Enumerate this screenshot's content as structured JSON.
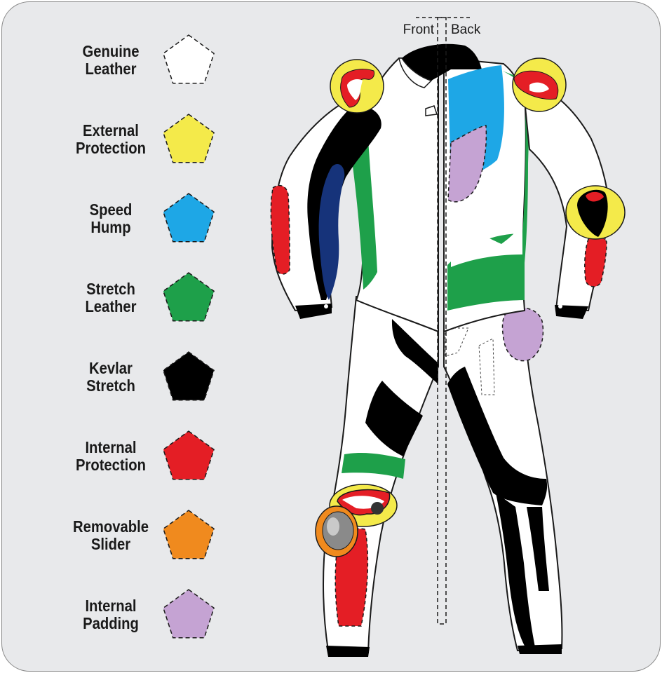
{
  "legend": {
    "items": [
      {
        "line1": "Genuine",
        "line2": "Leather",
        "color": "#ffffff"
      },
      {
        "line1": "External",
        "line2": "Protection",
        "color": "#f4ea4a"
      },
      {
        "line1": "Speed",
        "line2": "Hump",
        "color": "#1ea7e6"
      },
      {
        "line1": "Stretch",
        "line2": "Leather",
        "color": "#1ea04a"
      },
      {
        "line1": "Kevlar",
        "line2": "Stretch",
        "color": "#000000"
      },
      {
        "line1": "Internal",
        "line2": "Protection",
        "color": "#e41e25"
      },
      {
        "line1": "Removable",
        "line2": "Slider",
        "color": "#f08a1e"
      },
      {
        "line1": "Internal",
        "line2": "Padding",
        "color": "#c5a3d3"
      }
    ]
  },
  "views": {
    "front": "Front",
    "back": "Back"
  }
}
